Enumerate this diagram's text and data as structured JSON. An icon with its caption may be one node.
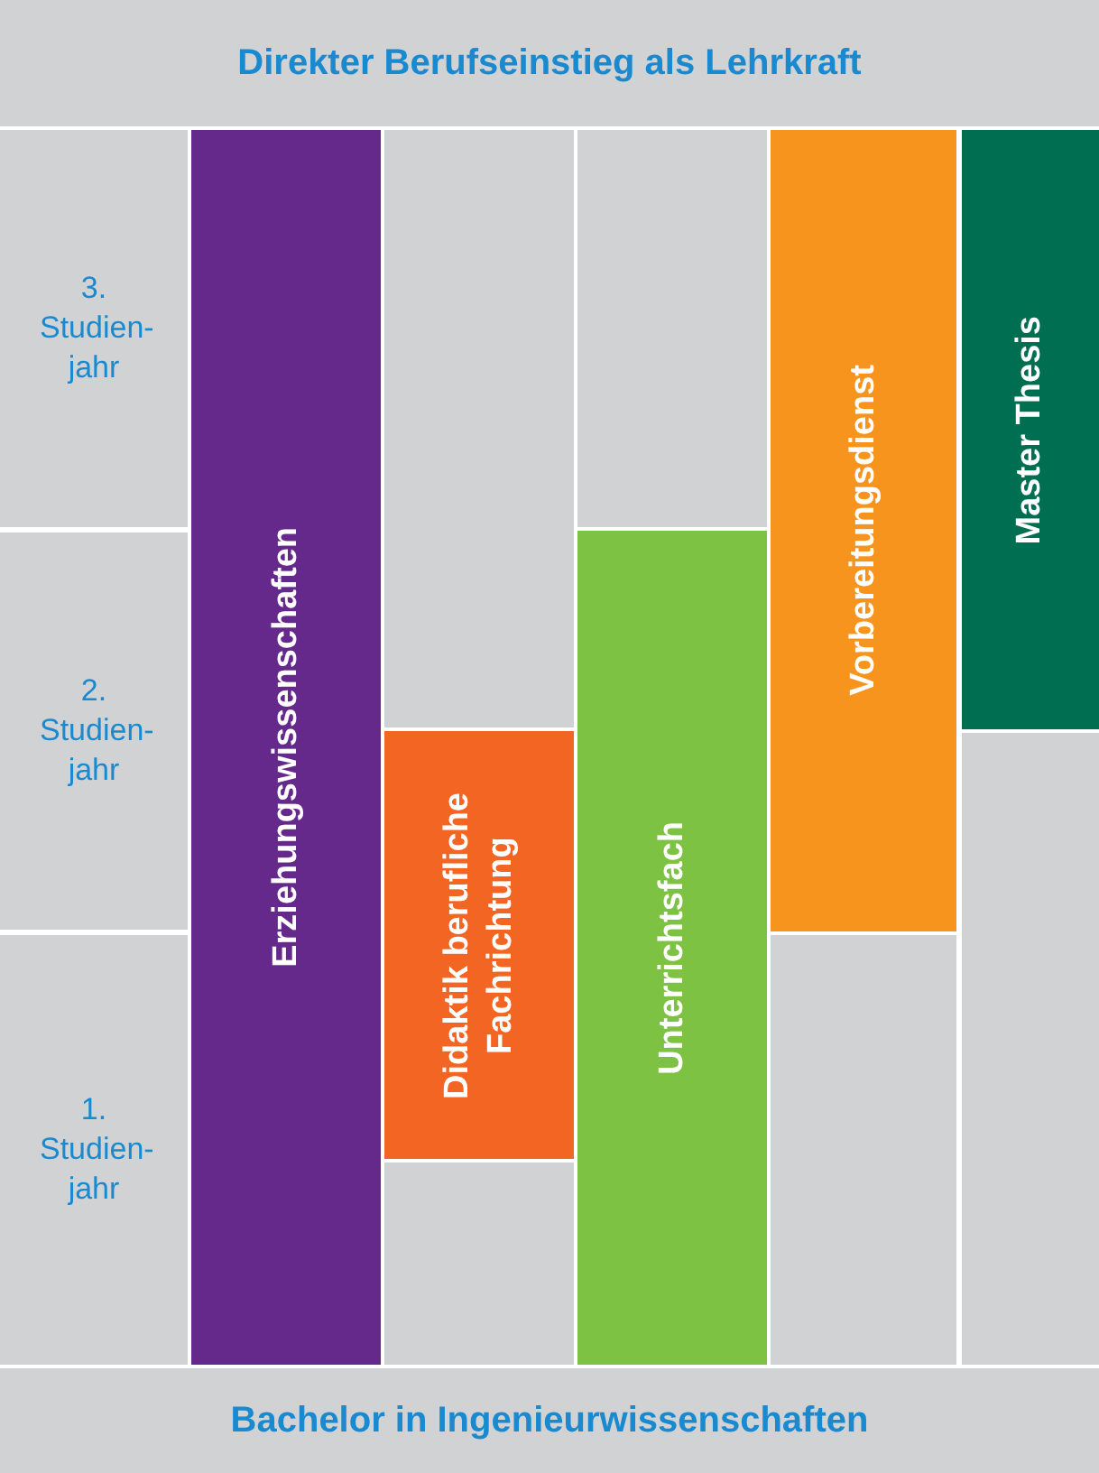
{
  "diagram": {
    "nodes": [
      {
        "text": [
          "Direkter Berufseinstieg als Lehrkraft"
        ]
      },
      {
        "text": [
          "3. Studien-jahr"
        ]
      },
      {
        "text": [
          "2. Studien-jahr"
        ]
      },
      {
        "text": [
          "1. Studien-jahr"
        ]
      },
      {
        "text": [
          "Erziehungswissenschaften"
        ]
      },
      {
        "text": [
          "Didaktik berufliche Fachrichtung"
        ]
      },
      {
        "text": [
          "Unterrichtsfach"
        ]
      },
      {
        "text": [
          "Vorbereitungsdienst"
        ]
      },
      {
        "text": [
          "Master Thesis"
        ]
      },
      {
        "text": [
          "Bachelor in Ingenieurwissenschaften"
        ]
      }
    ]
  }
}
